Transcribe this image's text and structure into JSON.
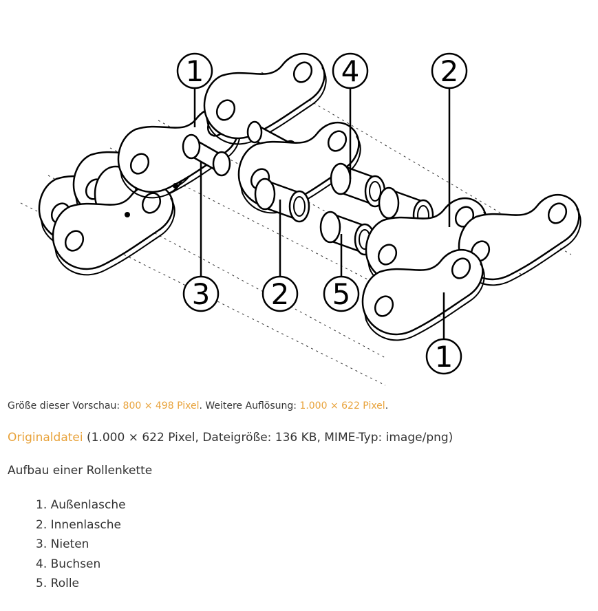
{
  "figure": {
    "callouts": [
      "1",
      "4",
      "2",
      "3",
      "2",
      "5",
      "1"
    ]
  },
  "preview": {
    "prefix": "Größe dieser Vorschau: ",
    "preview_size": "800 × 498 Pixel",
    "middle": ". Weitere Auflösung: ",
    "alt_size": "1.000 × 622 Pixel",
    "suffix": "."
  },
  "original": {
    "link_label": "Originaldatei",
    "info": " (1.000 × 622 Pixel, Dateigröße: 136 KB, MIME-Typ: image/png)"
  },
  "description": "Aufbau einer Rollenkette",
  "parts": [
    {
      "num": "1.",
      "label": "Außenlasche"
    },
    {
      "num": "2.",
      "label": "Innenlasche"
    },
    {
      "num": "3.",
      "label": "Nieten"
    },
    {
      "num": "4.",
      "label": "Buchsen"
    },
    {
      "num": "5.",
      "label": "Rolle"
    }
  ],
  "colors": {
    "link": "#e8a23a",
    "text": "#333333",
    "line_art": "#000000"
  }
}
